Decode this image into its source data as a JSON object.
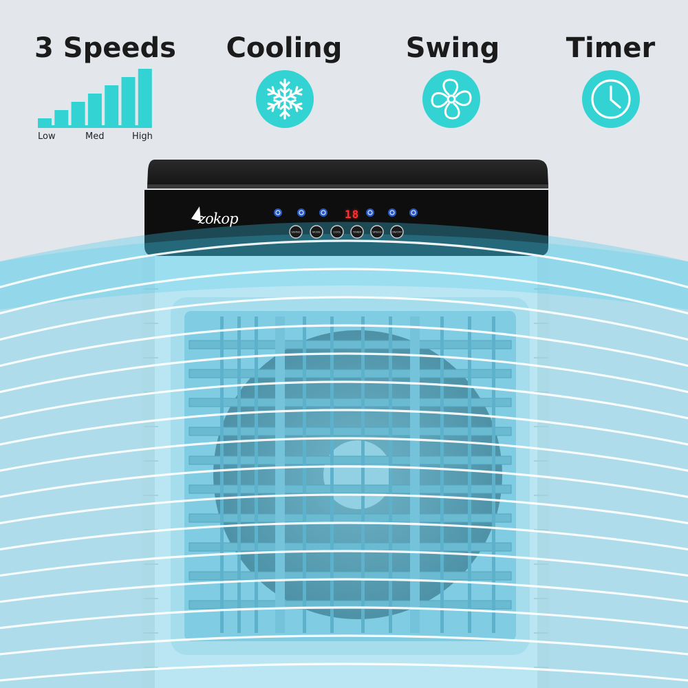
{
  "features": [
    {
      "title": "3 Speeds",
      "icon": "bar-levels-icon"
    },
    {
      "title": "Cooling",
      "icon": "snowflake-icon"
    },
    {
      "title": "Swing",
      "icon": "fan-icon"
    },
    {
      "title": "Timer",
      "icon": "clock-icon"
    }
  ],
  "speed_scale": {
    "low": "Low",
    "med": "Med",
    "high": "High",
    "levels": 7
  },
  "product": {
    "brand": "zokop",
    "display_value": "18",
    "button_labels": [
      "SWING",
      "MODE",
      "COOL",
      "TIMER",
      "SPEED",
      "ON/OFF"
    ]
  },
  "colors": {
    "accent": "#33d3d3",
    "airflow": "#3ec6ea",
    "background": "#e3e6ea"
  }
}
